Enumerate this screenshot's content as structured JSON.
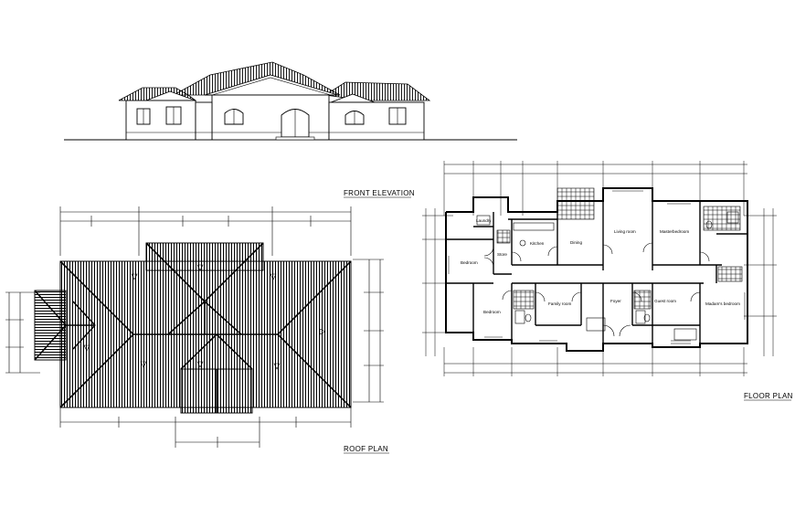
{
  "drawings": {
    "front_elevation": {
      "title": "FRONT ELEVATION"
    },
    "roof_plan": {
      "title": "ROOF PLAN"
    },
    "floor_plan": {
      "title": "FLOOR PLAN",
      "rooms": {
        "laundry": "Laundry",
        "kitchen": "Kitchen",
        "dining": "Dining",
        "living": "Living room",
        "master_bedroom": "Masterbedroom",
        "bedroom_top": "Bedroom",
        "store": "Store",
        "bedroom_bottom": "Bedroom",
        "family": "Family room",
        "foyer": "Foyer",
        "guest": "Guest room",
        "madam_bedroom": "Madam's bedroom"
      }
    }
  }
}
